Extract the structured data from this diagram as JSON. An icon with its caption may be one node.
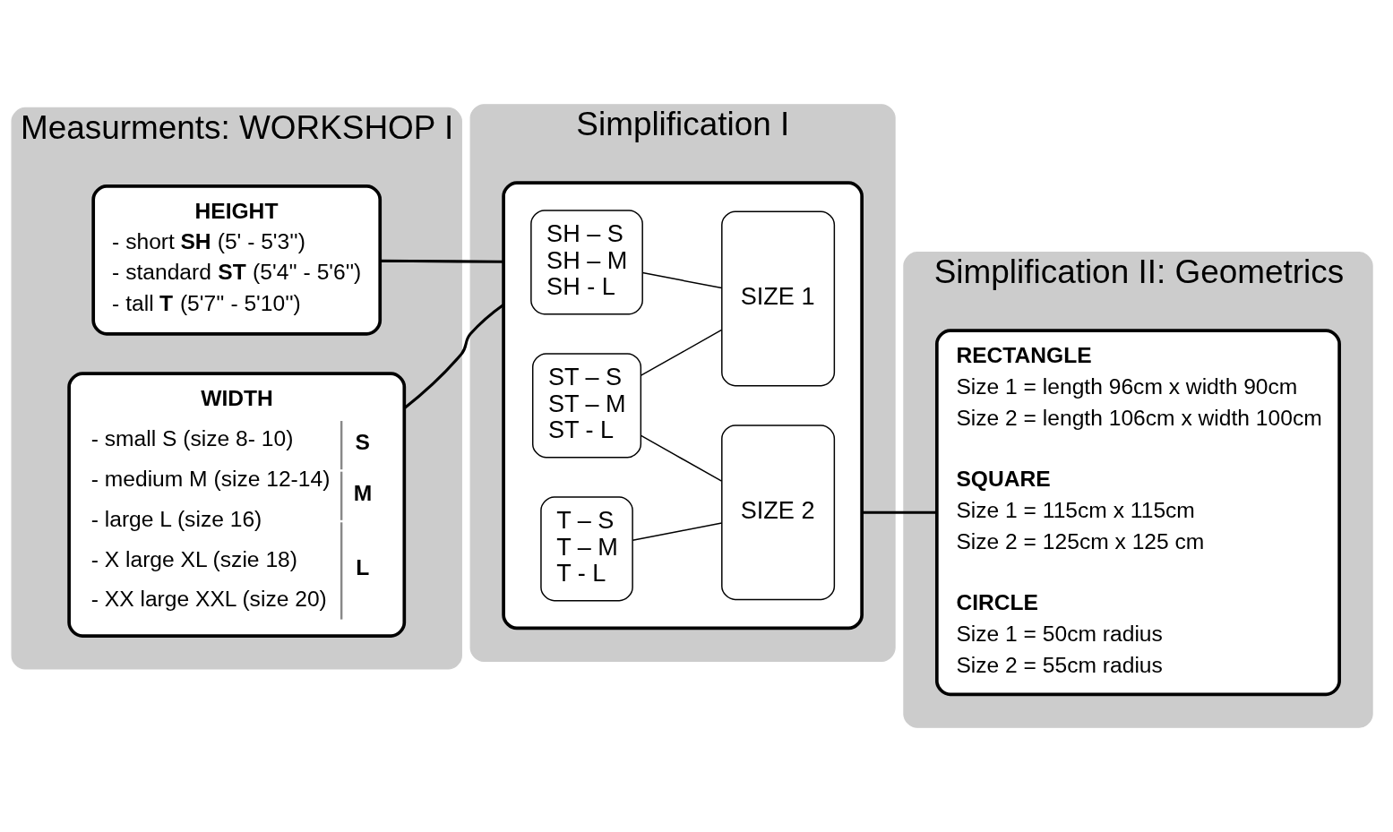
{
  "diagram": {
    "nodes": [
      {
        "text": [
          "Measurments: WORKSHOP I"
        ]
      },
      {
        "text": [
          "HEIGHT",
          "- short **SH** (5' - 5'3'')",
          "- standard **ST** (5'4'' - 5'6'')",
          "- tall **T** (5'7'' - 5'10'')"
        ],
        "in": 0
      },
      {
        "text": [
          "WIDTH",
          "- small S (size 8- 10)",
          "- medium M (size 12-14)",
          "- large L (size 16)",
          "- X large XL (szie 18)",
          "- XX large XXL (size 20)",
          "S",
          "M",
          "L"
        ],
        "in": 0
      },
      {
        "text": [
          "Simplification I"
        ]
      },
      {
        "text": [],
        "shape": "box",
        "in": 3
      },
      {
        "text": [
          "SH – S SH – M SH - L"
        ],
        "in": 4
      },
      {
        "text": [
          "ST – S ST – M ST - L"
        ],
        "in": 4
      },
      {
        "text": [
          "T – S T – M T - L"
        ],
        "in": 4
      },
      {
        "text": [
          "SIZE 1"
        ],
        "in": 4
      },
      {
        "text": [
          "SIZE 2"
        ],
        "in": 4
      },
      {
        "text": [
          "Simplification II: Geometrics"
        ]
      },
      {
        "text": [
          "RECTANGLE",
          "Size 1 = length 96cm x width 90cm",
          "Size 2 = length 106cm x width 100cm",
          "SQUARE",
          "Size 1 = 115cm x 115cm",
          "Size 2 = 125cm x 125 cm",
          "CIRCLE",
          "Size 1 = 50cm radius",
          "Size 2 = 55cm radius"
        ],
        "in": 10
      }
    ],
    "edges": [
      {
        "from": 1,
        "to": 4,
        "arrow": "none"
      },
      {
        "from": 2,
        "to": 4,
        "arrow": "none"
      },
      {
        "from": 4,
        "to": 11,
        "arrow": "none"
      },
      {
        "from": 5,
        "to": 8,
        "arrow": "none"
      },
      {
        "from": 6,
        "to": 8,
        "arrow": "none"
      },
      {
        "from": 6,
        "to": 9,
        "arrow": "none"
      },
      {
        "from": 7,
        "to": 9,
        "arrow": "none"
      }
    ]
  }
}
